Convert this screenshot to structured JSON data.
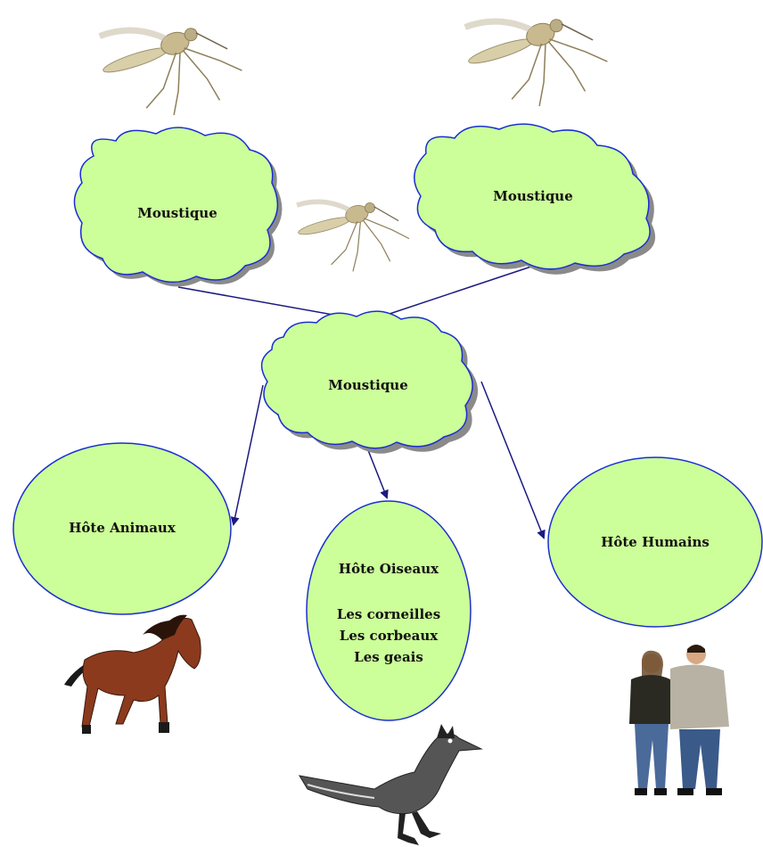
{
  "colors": {
    "node_fill": "#ccff99",
    "node_stroke": "#1a2fd0",
    "arrow": "#1a1a80",
    "horse": "#8b3a1e",
    "bird": "#444444"
  },
  "nodes": {
    "mosquito_left": {
      "label": "Moustique"
    },
    "mosquito_right": {
      "label": "Moustique"
    },
    "mosquito_center": {
      "label": "Moustique"
    },
    "host_animals": {
      "label": "Hôte Animaux"
    },
    "host_birds": {
      "label": "Hôte Oiseaux",
      "examples": [
        "Les corneilles",
        "Les corbeaux",
        "Les geais"
      ]
    },
    "host_humans": {
      "label": "Hôte Humains"
    }
  },
  "illustrations": [
    "mosquito-illustration",
    "mosquito-illustration",
    "mosquito-illustration",
    "horse-illustration",
    "roadrunner-illustration",
    "couple-illustration"
  ]
}
